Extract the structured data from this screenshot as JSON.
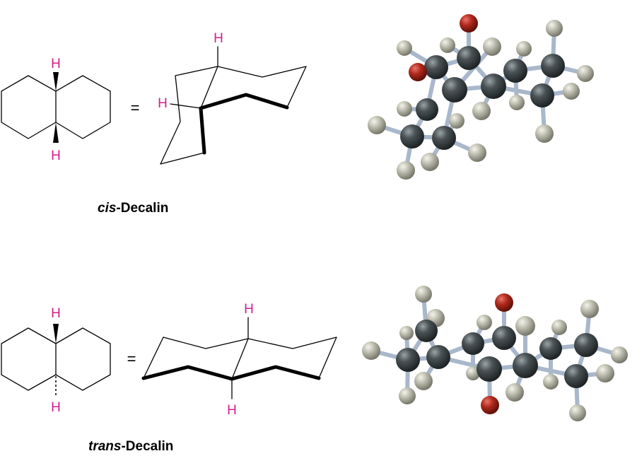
{
  "colors": {
    "hydrogen_label": "#d41e8c",
    "carbon": "#3c4245",
    "hydrogen": "#b8b8a8",
    "highlight_oxygen_like": "#a0281e",
    "bond_stick": "#a9b7cb"
  },
  "cis": {
    "flat": {
      "h_top": "H",
      "h_bottom": "H"
    },
    "equals": "=",
    "chair": {
      "h_top": "H",
      "h_left": "H"
    },
    "caption_italic": "cis",
    "caption_rest": "-Decalin"
  },
  "trans": {
    "flat": {
      "h_top": "H",
      "h_bottom": "H"
    },
    "equals": "=",
    "chair": {
      "h_top": "H",
      "h_bottom": "H"
    },
    "caption_italic": "trans",
    "caption_rest": "-Decalin"
  }
}
